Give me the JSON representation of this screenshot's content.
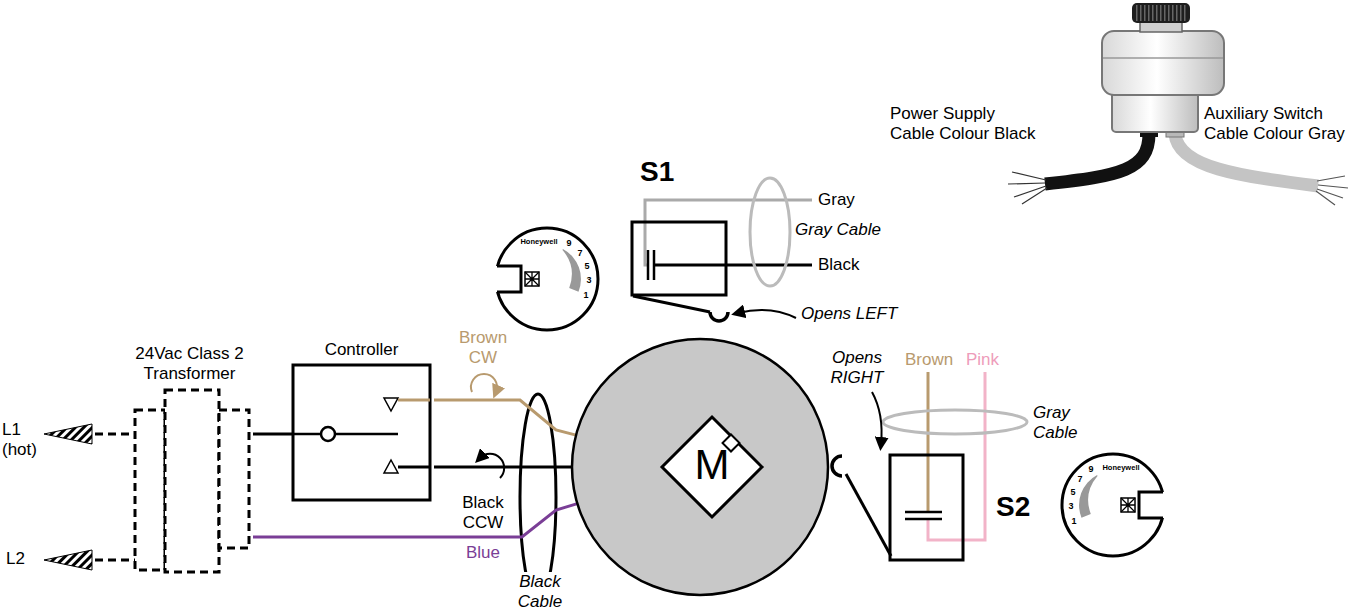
{
  "diagram": {
    "nodes": [
      {
        "text": [
          "24Vac Class 2 Transformer"
        ]
      },
      {
        "text": [
          "Controller"
        ]
      },
      {
        "text": [
          "M"
        ]
      },
      {
        "text": [
          "S1"
        ]
      },
      {
        "text": [
          "S2"
        ]
      }
    ],
    "edges": [
      {
        "from": 0,
        "to": 1,
        "arrow": "none"
      },
      {
        "from": 1,
        "to": 2,
        "label": "Brown CW",
        "arrow": "none"
      },
      {
        "from": 1,
        "to": 2,
        "label": "Black CCW",
        "arrow": "none"
      },
      {
        "from": 0,
        "to": 2,
        "label": "Blue",
        "arrow": "none"
      }
    ],
    "labels": [
      "L1 (hot)",
      "L2",
      "Gray",
      "Gray Cable",
      "Black",
      "Opens LEFT",
      "Opens RIGHT",
      "Brown",
      "Pink",
      "Gray Cable",
      "Black Cable",
      "Power Supply Cable Colour Black",
      "Auxiliary Switch Cable Colour Gray",
      "Honeywell",
      "9",
      "7",
      "5",
      "3",
      "1",
      "Honeywell",
      "9",
      "7",
      "5",
      "3",
      "1"
    ]
  }
}
